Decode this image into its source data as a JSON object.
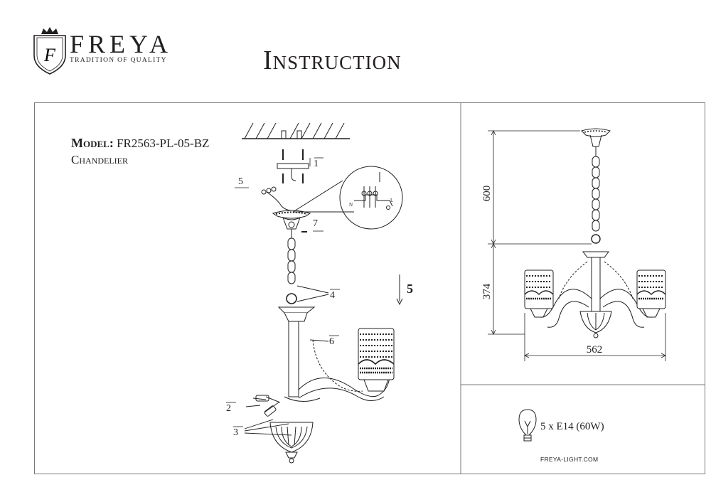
{
  "brand": {
    "logo_letter": "F",
    "name": "FREYA",
    "tagline": "TRADITION OF QUALITY"
  },
  "title": "Instruction",
  "model": {
    "label": "Model:",
    "code": "FR2563-PL-05-BZ",
    "type": "Chandelier"
  },
  "assembly_callouts": [
    "1",
    "2",
    "3",
    "4",
    "5",
    "6",
    "7"
  ],
  "wiring_labels": {
    "neutral": "N",
    "live": "L"
  },
  "bulb_count": "5",
  "dimensions": {
    "height_top": "600",
    "height_bottom": "374",
    "width": "562"
  },
  "spec": {
    "bulb": "5 x E14 (60W)"
  },
  "website": "FREYA-LIGHT.COM"
}
